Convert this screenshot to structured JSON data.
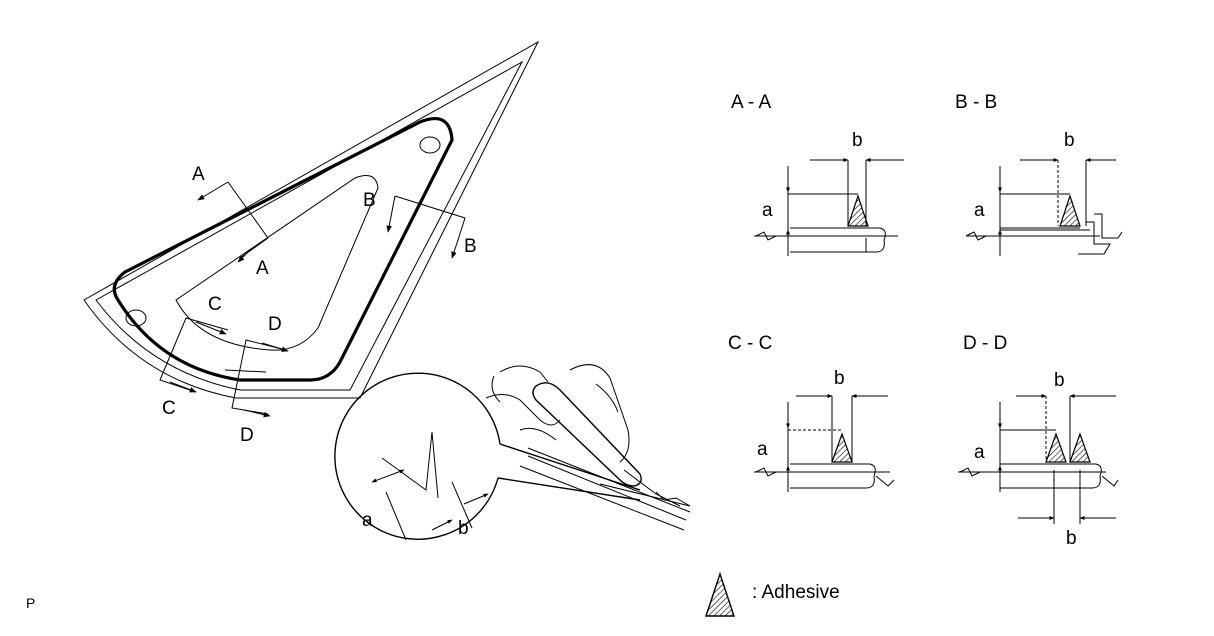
{
  "diagram": {
    "window_section_labels": {
      "a_top": "A",
      "a_bottom": "A",
      "b_top": "B",
      "b_bottom": "B",
      "c_top": "C",
      "c_bottom": "C",
      "d_top": "D",
      "d_bottom": "D"
    },
    "detail_labels": {
      "a": "a",
      "b": "b"
    },
    "sections": [
      {
        "title": "A - A",
        "a": "a",
        "b": "b"
      },
      {
        "title": "B - B",
        "a": "a",
        "b": "b"
      },
      {
        "title": "C - C",
        "a": "a",
        "b": "b"
      },
      {
        "title": "D - D",
        "a": "a",
        "b": "b",
        "b2": "b"
      }
    ],
    "legend": {
      "label": ": Adhesive"
    },
    "page_marker": "P"
  }
}
